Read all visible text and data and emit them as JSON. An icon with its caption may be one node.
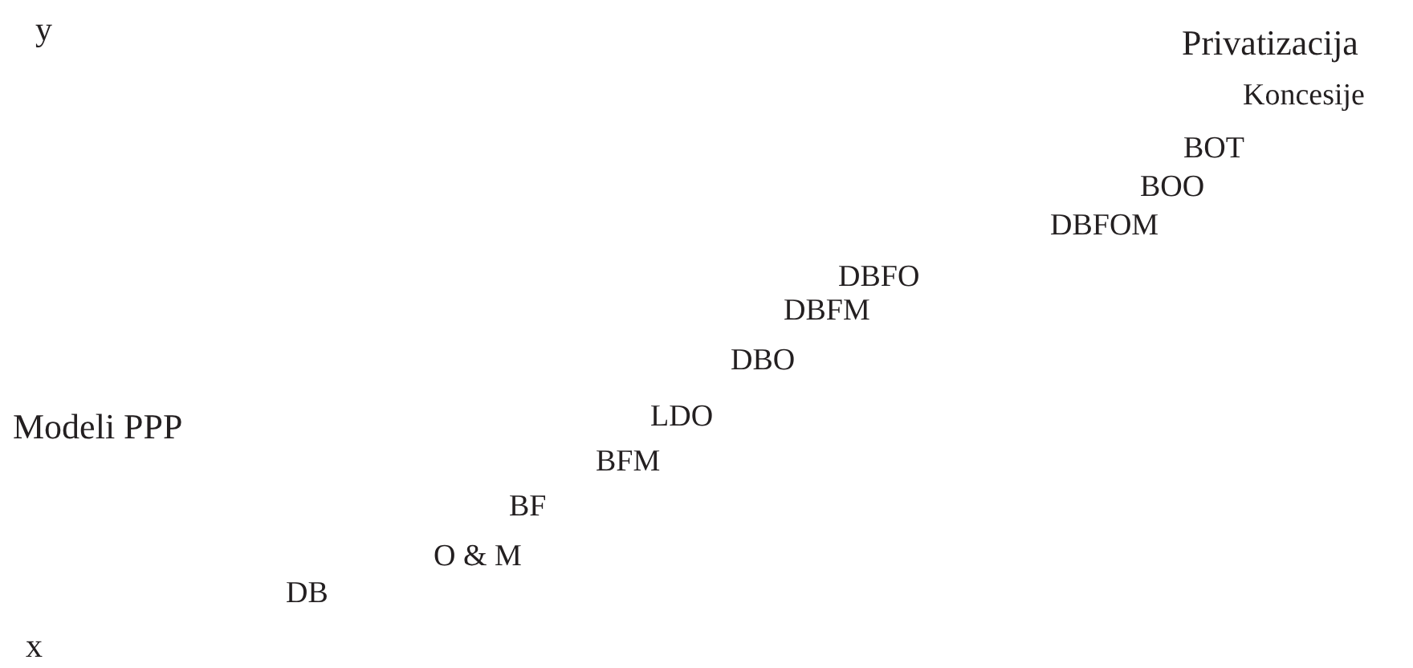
{
  "diagram": {
    "labels": [
      "y",
      "Privatizacija",
      "Koncesije",
      "BOT",
      "BOO",
      "DBFOM",
      "DBFO",
      "DBFM",
      "DBO",
      "Modeli PPP",
      "LDO",
      "BFM",
      "BF",
      "O & M",
      "DB",
      "x"
    ]
  }
}
